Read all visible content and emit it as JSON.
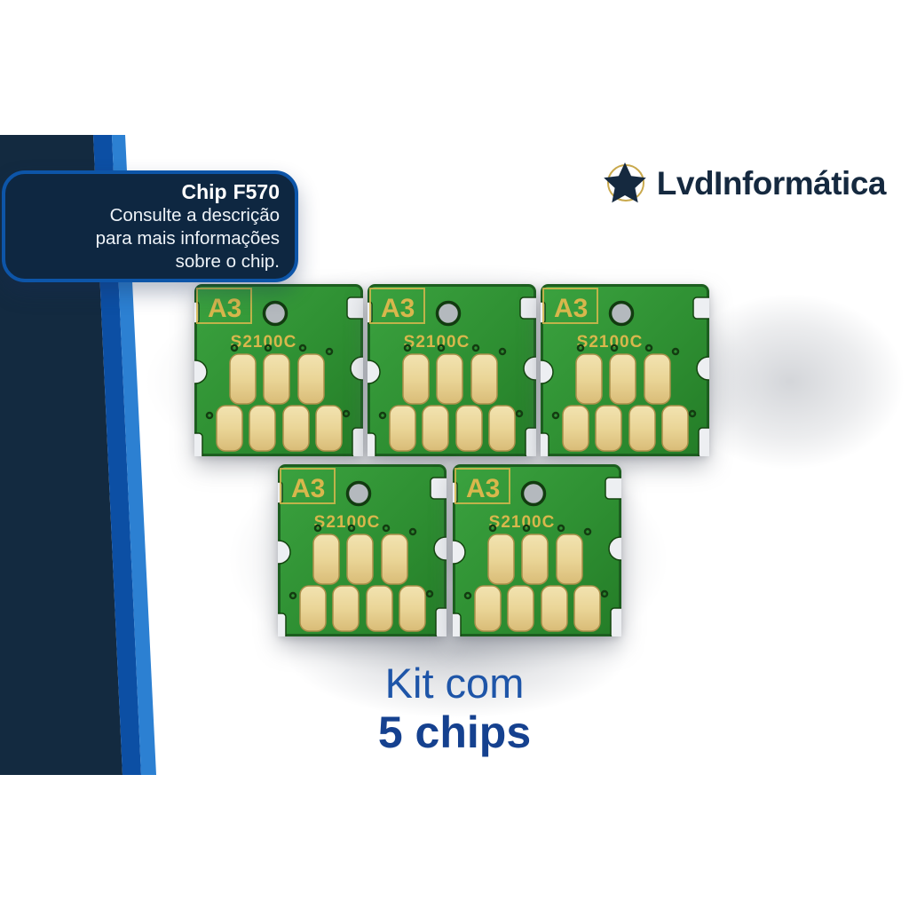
{
  "badge": {
    "title_bold": "Chip",
    "title_rest": "F570",
    "lines": [
      "Consulte a descrição",
      "para mais informações",
      "sobre o chip."
    ]
  },
  "logo": {
    "text": "LvdInformática",
    "icon": "star-icon",
    "star_color": "#15293f",
    "ring_color": "#c9a94d"
  },
  "chips": {
    "count": 5,
    "rows": [
      3,
      2
    ],
    "marking_top_left": "A3",
    "marking_model": "S2100C"
  },
  "footer": {
    "line1": "Kit com",
    "line2": "5 chips"
  },
  "colors": {
    "band_navy": "#132a40",
    "band_stripe_medium": "#0c4fa4",
    "band_stripe_light": "#2c80d2",
    "badge_fill": "#0e2741",
    "badge_border": "#0d55a8",
    "pcb_green": "#2e8f32",
    "pad_gold": "#ead597",
    "marking_gold": "#d8b74c",
    "footer_blue": "#1e55a8",
    "footer_blue_dark": "#15418f"
  }
}
